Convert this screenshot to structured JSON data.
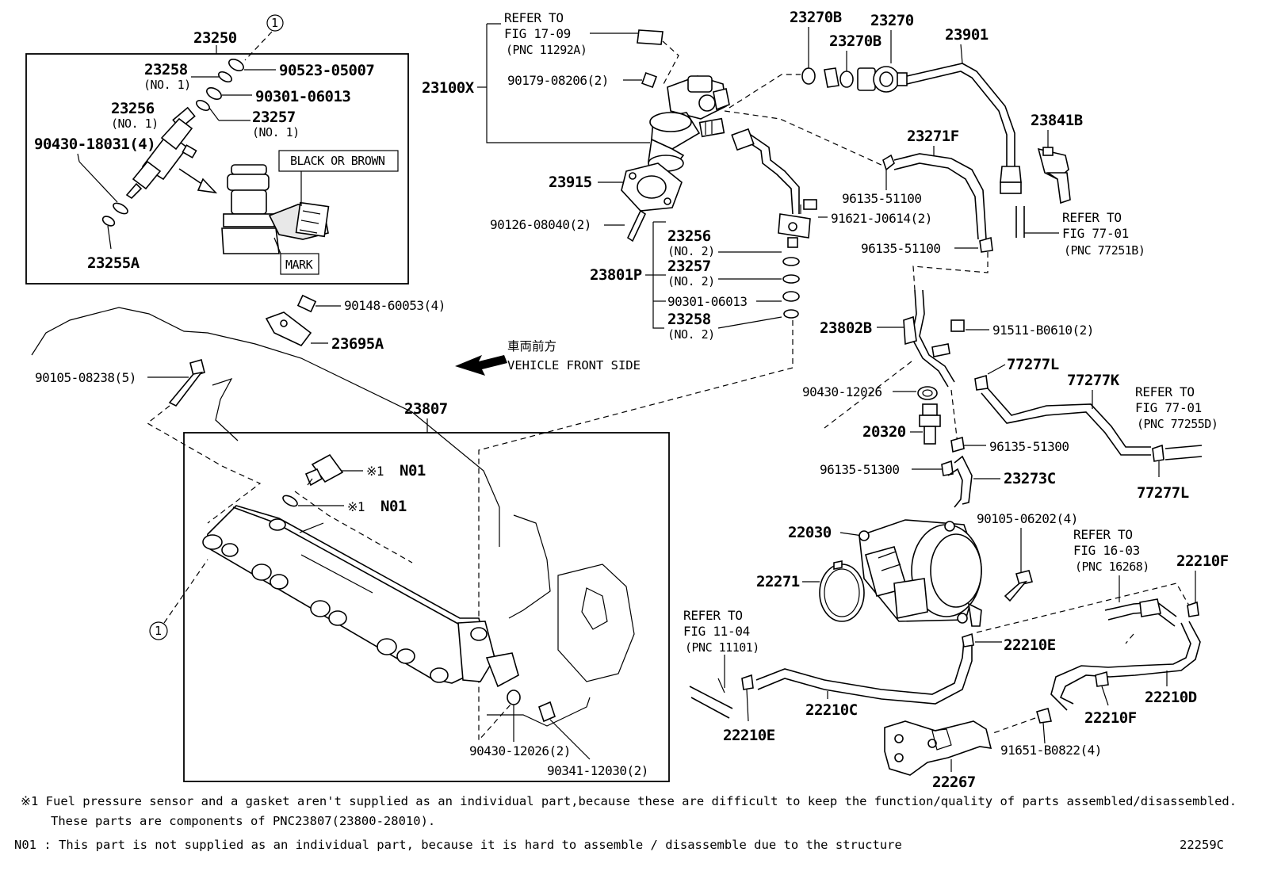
{
  "diagram": {
    "figure_code": "22259C",
    "labels": {
      "p23250": "23250",
      "p23258_1": "23258",
      "p23258_1_sub": "(NO. 1)",
      "p90523": "90523-05007",
      "p90301_a": "90301-06013",
      "p23256_1": "23256",
      "p23256_1_sub": "(NO. 1)",
      "p23257_1": "23257",
      "p23257_1_sub": "(NO. 1)",
      "p90430_18031": "90430-18031(4)",
      "p23255A": "23255A",
      "black_or_brown": "BLACK OR BROWN",
      "mark": "MARK",
      "circle1_top": "1",
      "circle1_left": "1",
      "refer_17_09_a": "REFER TO",
      "refer_17_09_b": "FIG 17-09",
      "refer_17_09_c": "(PNC 11292A)",
      "p23100X": "23100X",
      "p90179": "90179-08206(2)",
      "p23915": "23915",
      "p90126": "90126-08040(2)",
      "p23256_2": "23256",
      "p23256_2_sub": "(NO. 2)",
      "p23257_2": "23257",
      "p23257_2_sub": "(NO. 2)",
      "p23801P": "23801P",
      "p90301_b": "90301-06013",
      "p23258_2": "23258",
      "p23258_2_sub": "(NO. 2)",
      "p91621": "91621-J0614(2)",
      "p23270B_a": "23270B",
      "p23270": "23270",
      "p23270B_b": "23270B",
      "p23901": "23901",
      "p23271F": "23271F",
      "p96135_51100_a": "96135-51100",
      "p96135_51100_b": "96135-51100",
      "p23841B": "23841B",
      "refer_77_01a_a": "REFER TO",
      "refer_77_01a_b": "FIG 77-01",
      "refer_77_01a_c": "(PNC 77251B)",
      "p90148": "90148-60053(4)",
      "p23695A": "23695A",
      "vehicle_front_jp": "車両前方",
      "vehicle_front_en": "VEHICLE FRONT SIDE",
      "p90105_08238": "90105-08238(5)",
      "p23807": "23807",
      "sensor_mark": "※1",
      "n01_a": "N01",
      "gasket_mark": "※1",
      "n01_b": "N01",
      "p90430_12026_2": "90430-12026(2)",
      "p90341": "90341-12030(2)",
      "p23802B": "23802B",
      "p91511": "91511-B0610(2)",
      "p77277L_a": "77277L",
      "p77277K": "77277K",
      "refer_77_01b_a": "REFER TO",
      "refer_77_01b_b": "FIG 77-01",
      "refer_77_01b_c": "(PNC 77255D)",
      "p77277L_b": "77277L",
      "p90430_12026": "90430-12026",
      "p20320": "20320",
      "p96135_51300_a": "96135-51300",
      "p96135_51300_b": "96135-51300",
      "p23273C": "23273C",
      "p22030": "22030",
      "p90105_06202": "90105-06202(4)",
      "refer_16_03_a": "REFER TO",
      "refer_16_03_b": "FIG 16-03",
      "refer_16_03_c": "(PNC 16268)",
      "p22210F_a": "22210F",
      "p22271": "22271",
      "refer_11_04_a": "REFER TO",
      "refer_11_04_b": "FIG 11-04",
      "refer_11_04_c": "(PNC 11101)",
      "p22210E_a": "22210E",
      "p22210C": "22210C",
      "p22210E_b": "22210E",
      "p22210D": "22210D",
      "p22210F_b": "22210F",
      "p91651": "91651-B0822(4)",
      "p22267": "22267"
    },
    "notes": {
      "note1_line1": "※1  Fuel pressure sensor and a gasket aren't supplied as an individual part,because these are difficult to keep the function/quality of parts assembled/disassembled.",
      "note1_line2": "These parts are components of PNC23807(23800-28010).",
      "note2": "N01 : This part is not supplied as an individual part, because it is hard to assemble / disassemble due to the structure"
    }
  }
}
